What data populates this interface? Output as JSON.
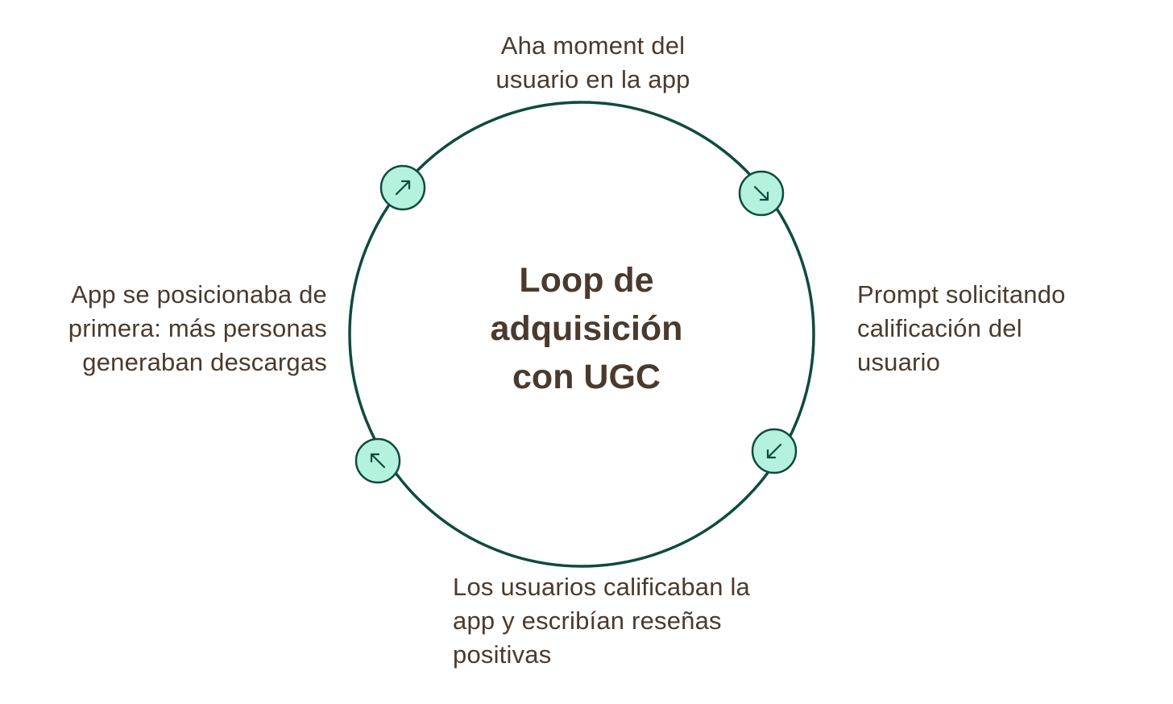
{
  "diagram": {
    "center_title_lines": [
      "Loop de",
      "adquisición",
      "con UGC"
    ],
    "steps": [
      {
        "id": "top",
        "lines": [
          "Aha moment del",
          "usuario en la app"
        ]
      },
      {
        "id": "right",
        "lines": [
          "Prompt solicitando",
          "calificación del",
          "usuario"
        ]
      },
      {
        "id": "bottom",
        "lines": [
          "Los usuarios calificaban la",
          "app y escribían reseñas",
          "positivas"
        ]
      },
      {
        "id": "left",
        "lines": [
          "App se posicionaba de",
          "primera: más personas",
          "generaban descargas"
        ]
      }
    ],
    "arrows": [
      {
        "name": "arrow-up-right-icon",
        "glyph": "↗"
      },
      {
        "name": "arrow-down-right-icon",
        "glyph": "↘"
      },
      {
        "name": "arrow-down-left-icon",
        "glyph": "↙"
      },
      {
        "name": "arrow-up-left-icon",
        "glyph": "↖"
      }
    ]
  },
  "colors": {
    "ring": "#0f4a3e",
    "node_fill": "#b5f2dd",
    "node_stroke": "#0f4a3e",
    "arrow": "#0f4a3e",
    "text": "#4a3a2e",
    "background": "#ffffff"
  }
}
